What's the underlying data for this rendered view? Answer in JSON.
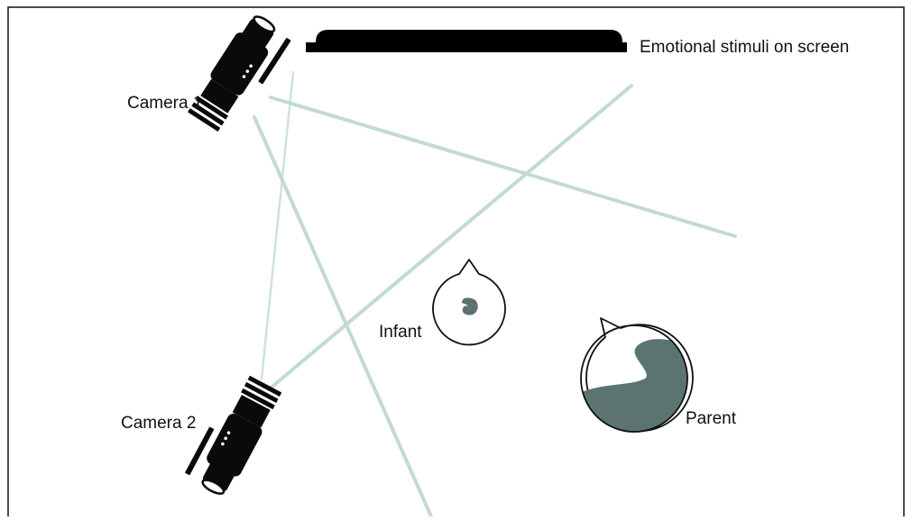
{
  "diagram": {
    "screen": {
      "label": "Emotional stimuli on screen"
    },
    "cameras": [
      {
        "label": "Camera 1"
      },
      {
        "label": "Camera 2"
      }
    ],
    "participants": [
      {
        "label": "Infant"
      },
      {
        "label": "Parent"
      }
    ]
  },
  "colors": {
    "border": "#111111",
    "screen": "#000000",
    "camera": "#0a0a0a",
    "field_of_view": "#bfd8d2",
    "head_fill": "#5b7472",
    "head_outline": "#111111",
    "label_text": "#111111"
  }
}
